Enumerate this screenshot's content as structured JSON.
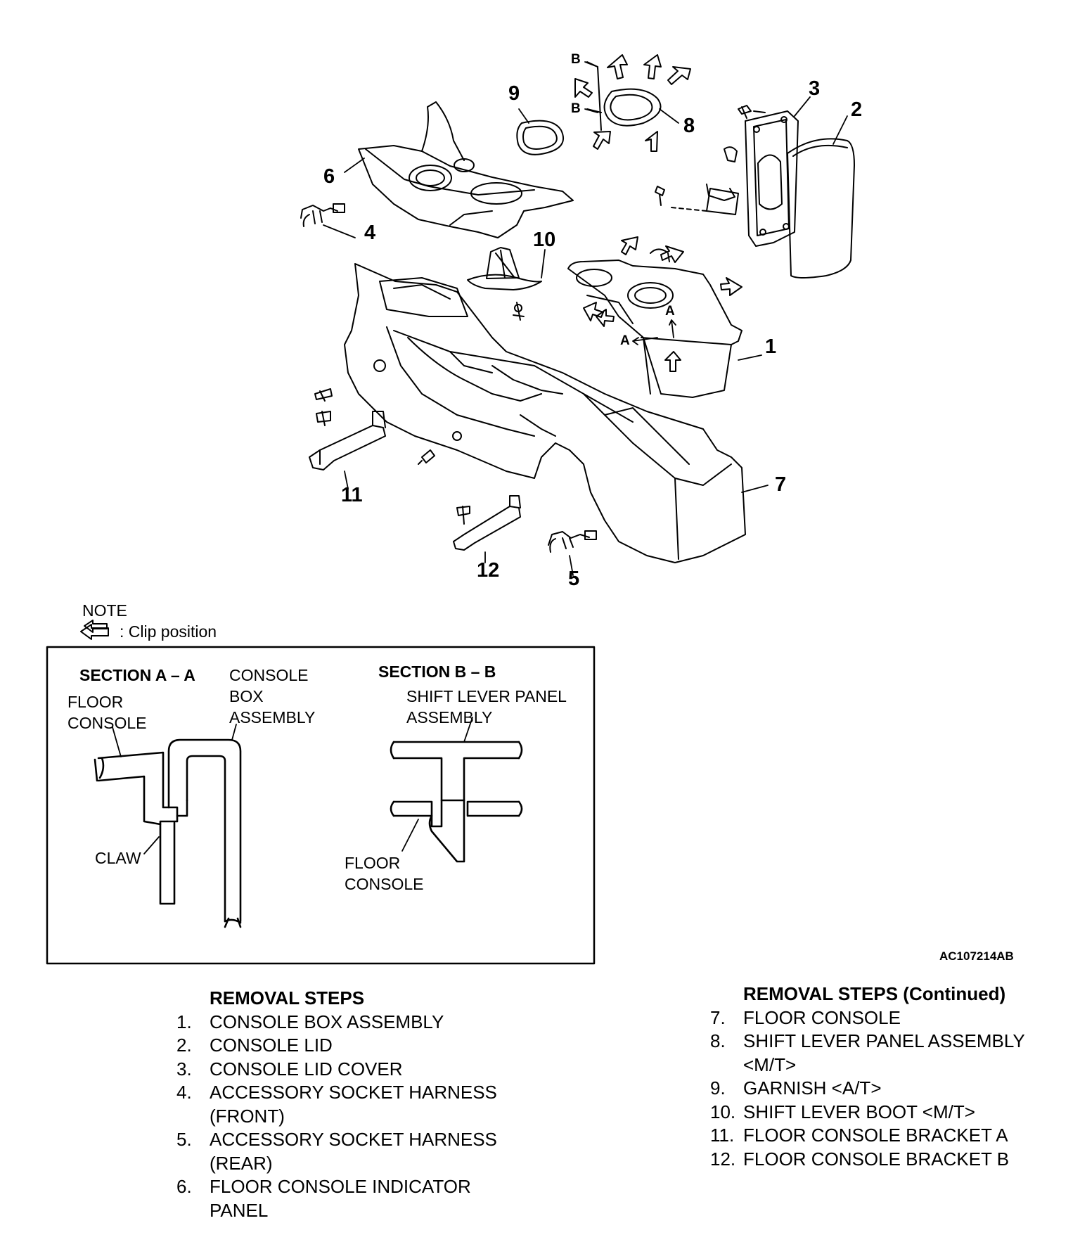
{
  "callouts": {
    "c1": "1",
    "c2": "2",
    "c3": "3",
    "c4": "4",
    "c5": "5",
    "c6": "6",
    "c7": "7",
    "c8": "8",
    "c9": "9",
    "c10": "10",
    "c11": "11",
    "c12": "12"
  },
  "section_markers": {
    "a1": "A",
    "a2": "A",
    "b1": "B",
    "b2": "B"
  },
  "note": {
    "title": "NOTE",
    "legend": ": Clip position"
  },
  "section_aa": {
    "title": "SECTION A – A",
    "console_box_1": "CONSOLE",
    "console_box_2": "BOX",
    "console_box_3": "ASSEMBLY",
    "floor_console_1": "FLOOR",
    "floor_console_2": "CONSOLE",
    "claw": "CLAW"
  },
  "section_bb": {
    "title": "SECTION B – B",
    "shift_panel_1": "SHIFT LEVER PANEL",
    "shift_panel_2": "ASSEMBLY",
    "floor_console_1": "FLOOR",
    "floor_console_2": "CONSOLE"
  },
  "figure_code": "AC107214AB",
  "removal_steps_left": {
    "title": "REMOVAL STEPS",
    "items": [
      {
        "num": "1.",
        "text": "CONSOLE BOX ASSEMBLY"
      },
      {
        "num": "2.",
        "text": "CONSOLE LID"
      },
      {
        "num": "3.",
        "text": "CONSOLE LID COVER"
      },
      {
        "num": "4.",
        "text": "ACCESSORY SOCKET HARNESS\n(FRONT)"
      },
      {
        "num": "5.",
        "text": "ACCESSORY SOCKET HARNESS\n(REAR)"
      },
      {
        "num": "6.",
        "text": "FLOOR CONSOLE INDICATOR\nPANEL"
      }
    ]
  },
  "removal_steps_right": {
    "title": "REMOVAL STEPS (Continued)",
    "items": [
      {
        "num": "7.",
        "text": "FLOOR CONSOLE"
      },
      {
        "num": "8.",
        "text": "SHIFT LEVER PANEL ASSEMBLY\n<M/T>"
      },
      {
        "num": "9.",
        "text": "GARNISH <A/T>"
      },
      {
        "num": "10.",
        "text": "SHIFT LEVER BOOT <M/T>"
      },
      {
        "num": "11.",
        "text": "FLOOR CONSOLE BRACKET A"
      },
      {
        "num": "12.",
        "text": "FLOOR CONSOLE BRACKET B"
      }
    ]
  }
}
